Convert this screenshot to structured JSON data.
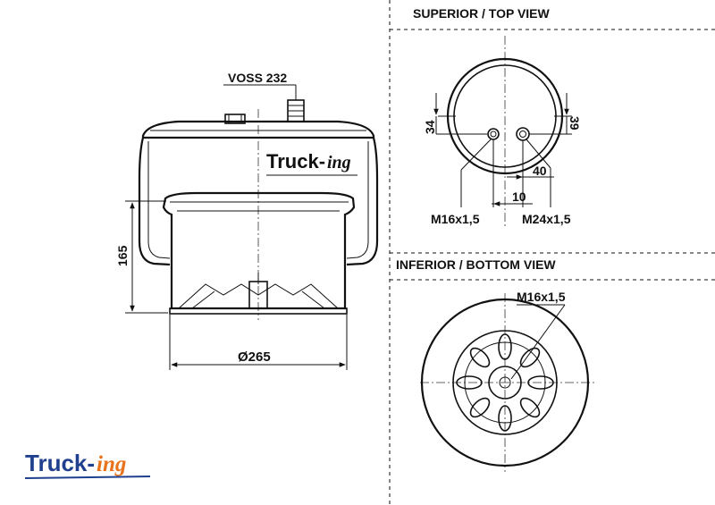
{
  "side_view": {
    "valve_label": "VOSS 232",
    "height_label": "165",
    "diameter_label": "Ø265",
    "brand_prefix": "Truck-",
    "brand_suffix": "ing"
  },
  "top_view": {
    "title": "SUPERIOR / TOP VIEW",
    "dim_left": "34",
    "dim_right": "39",
    "dim_40": "40",
    "dim_10": "10",
    "thread_left": "M16x1,5",
    "thread_right": "M24x1,5"
  },
  "bottom_view": {
    "title": "INFERIOR / BOTTOM VIEW",
    "thread": "M16x1,5"
  },
  "logo": {
    "prefix": "Truck-",
    "suffix": "ing"
  },
  "colors": {
    "ink": "#111111",
    "brand_blue": "#1f3f8f",
    "brand_orange": "#e8731c"
  }
}
